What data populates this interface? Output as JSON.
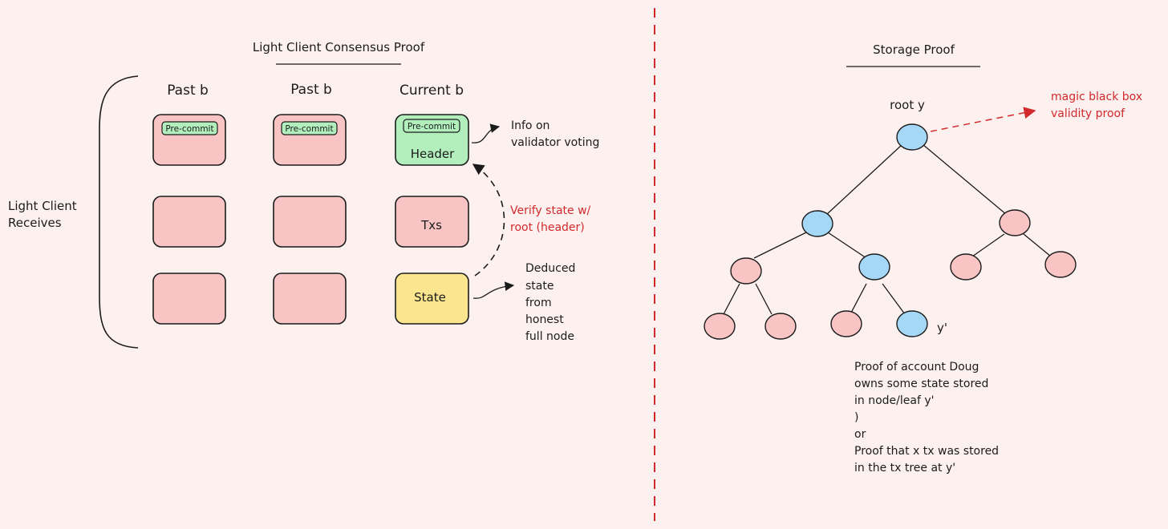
{
  "left": {
    "title": "Light Client Consensus Proof",
    "receives_label": [
      "Light Client",
      "Receives"
    ],
    "columns": [
      "Past b",
      "Past b",
      "Current b"
    ],
    "precommit_label": "Pre-commit",
    "header_label": "Header",
    "txs_label": "Txs",
    "state_label": "State",
    "info_note": [
      "Info on",
      "validator voting"
    ],
    "verify_note": [
      "Verify state w/",
      "root (header)"
    ],
    "deduced_note": [
      "Deduced",
      "state",
      "from",
      "honest",
      "full node"
    ]
  },
  "right": {
    "title": "Storage Proof",
    "root_label": "root y",
    "leaf_label": "y'",
    "magic_note": [
      "magic black box",
      "validity proof"
    ],
    "proof_text": [
      "Proof of account Doug",
      "owns some state stored",
      "in node/leaf y'",
      ")",
      "or",
      "Proof that x tx was stored",
      "in the tx tree at y'"
    ]
  },
  "colors": {
    "background": "#fdf1f0",
    "block_pink": "#f8c4c4",
    "header_green": "#b2efbd",
    "state_yellow": "#fbe68f",
    "node_blue": "#a5d8f7",
    "accent_red": "#d2292d"
  }
}
